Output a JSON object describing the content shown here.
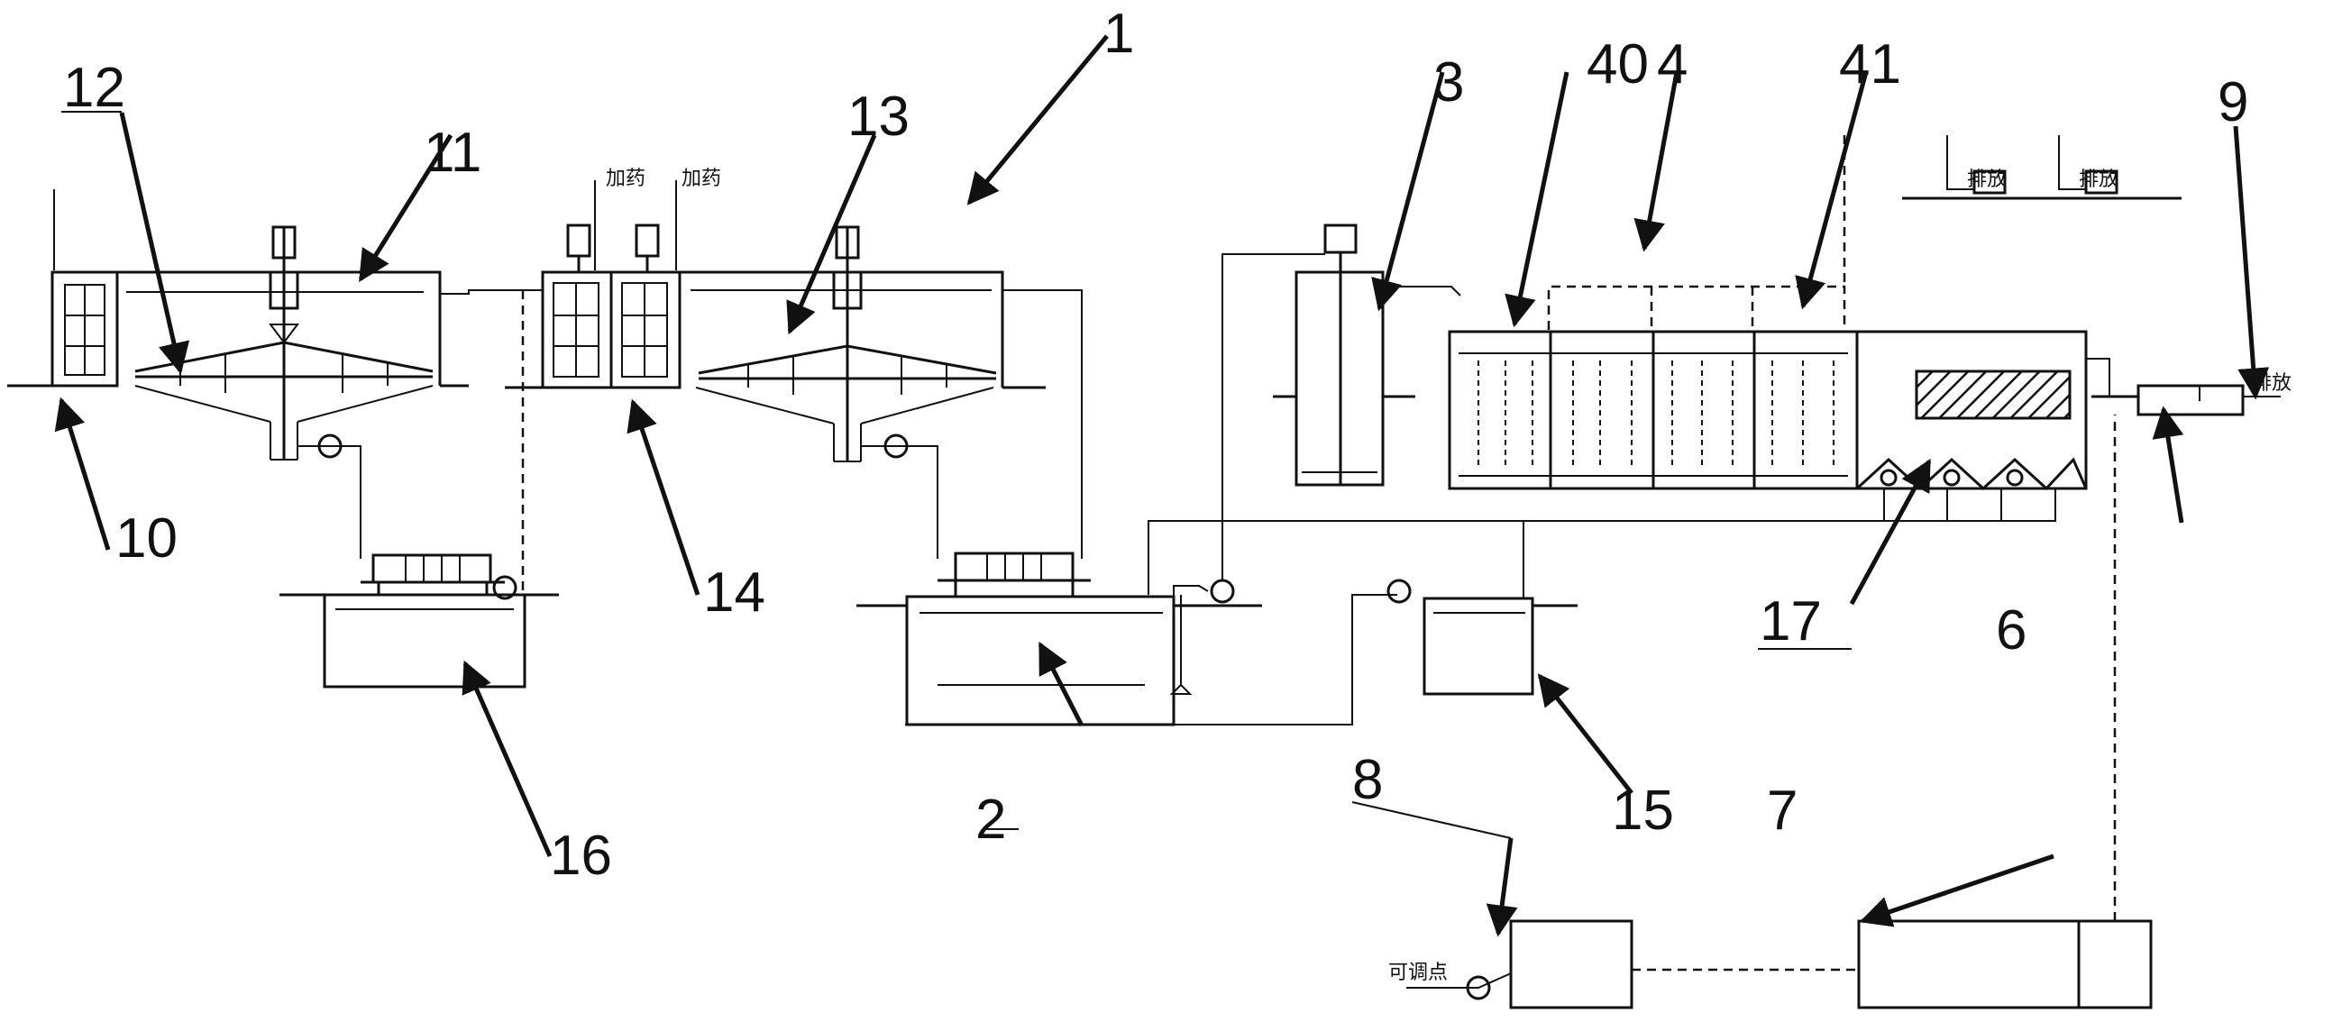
{
  "labels": {
    "l1": "1",
    "l2": "2",
    "l3": "3",
    "l4": "4",
    "l6": "6",
    "l7": "7",
    "l8": "8",
    "l9": "9",
    "l10": "10",
    "l11": "11",
    "l12": "12",
    "l13": "13",
    "l14": "14",
    "l15": "15",
    "l16": "16",
    "l17": "17",
    "l40": "40",
    "l41": "41"
  },
  "annotations": {
    "dosing_1": "加药",
    "dosing_2": "加药",
    "discharge_main": "排放",
    "discharge_top_1": "排放",
    "discharge_top_2": "排放",
    "inlet_small": "可调点"
  }
}
